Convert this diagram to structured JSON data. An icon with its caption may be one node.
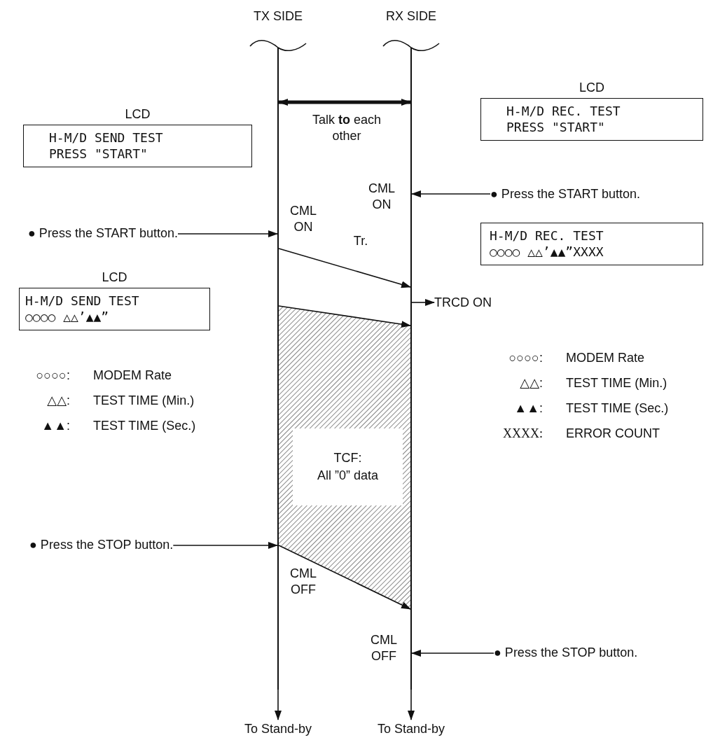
{
  "diagram": {
    "nodes": [
      {
        "text": [
          "TX SIDE"
        ]
      },
      {
        "text": [
          "RX SIDE"
        ]
      },
      {
        "text": [],
        "shape": "bar"
      },
      {
        "text": [],
        "shape": "bar"
      },
      {
        "text": [
          "LCD",
          "H-M/D SEND TEST PRESS \"START\""
        ]
      },
      {
        "text": [
          "LCD",
          "H-M/D REC. TEST PRESS \"START\""
        ]
      },
      {
        "text": [
          "● Press the START button."
        ]
      },
      {
        "text": [
          "● Press the START button."
        ]
      },
      {
        "text": [
          "H-M/D REC. TEST ○○○○ △△’▲▲”XXXX"
        ]
      },
      {
        "text": [
          "LCD",
          "H-M/D SEND TEST ○○○○ △△’▲▲”"
        ]
      },
      {
        "text": [
          "TRCD ON"
        ]
      },
      {
        "text": [
          "TCF:",
          "All ”0” data"
        ]
      },
      {
        "text": [
          "● Press the STOP button."
        ]
      },
      {
        "text": [
          "● Press the STOP button."
        ]
      },
      {
        "text": [
          "To Stand-by"
        ]
      },
      {
        "text": [
          "To Stand-by"
        ]
      }
    ],
    "edges": [
      {
        "from": 2,
        "to": 3,
        "arrow": "both",
        "style": "thick",
        "label": "Talk **to** each other"
      },
      {
        "from": 6,
        "to": 3,
        "arrow": "to"
      },
      {
        "from": 7,
        "to": 2,
        "arrow": "to"
      },
      {
        "from": 2,
        "to": 3,
        "arrow": "to",
        "label": "Tr."
      },
      {
        "from": 3,
        "to": 10,
        "arrow": "to"
      },
      {
        "from": 2,
        "to": 3,
        "arrow": "to"
      },
      {
        "from": 12,
        "to": 2,
        "arrow": "to"
      },
      {
        "from": 2,
        "to": 3,
        "arrow": "to"
      },
      {
        "from": 13,
        "to": 3,
        "arrow": "to"
      },
      {
        "from": 2,
        "to": 14,
        "arrow": "to"
      },
      {
        "from": 3,
        "to": 15,
        "arrow": "to"
      }
    ],
    "labels": [
      "CML ON",
      "CML ON",
      "○○○○:",
      "MODEM Rate",
      "△△:",
      "TEST TIME (Min.)",
      "▲▲:",
      "TEST TIME (Sec.)",
      "XXXX:",
      "ERROR COUNT",
      "○○○○:",
      "MODEM Rate",
      "△△:",
      "TEST TIME (Min.)",
      "▲▲:",
      "TEST TIME (Sec.)",
      "CML OFF",
      "CML OFF"
    ]
  }
}
